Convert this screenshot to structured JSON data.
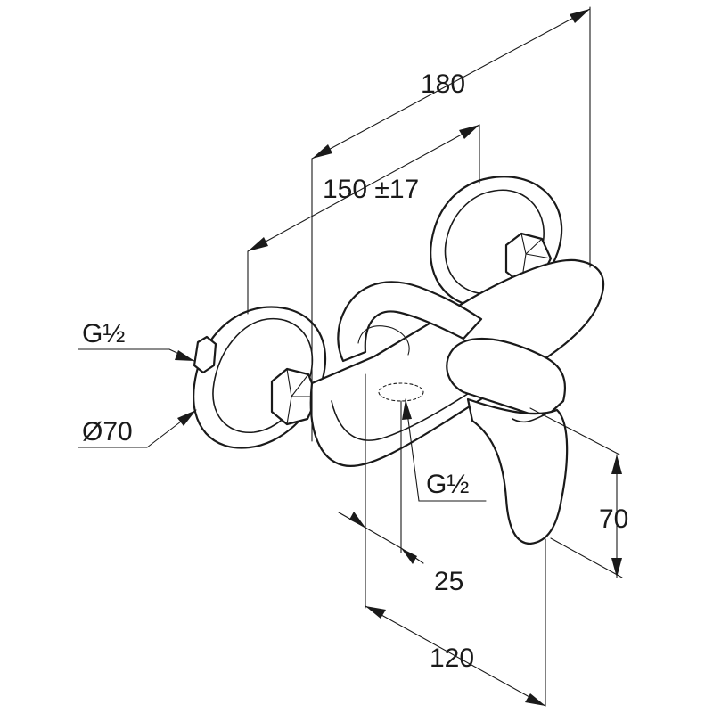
{
  "dimensions": {
    "overall_width": "180",
    "connection_spacing": "150 ±17",
    "inlet_thread": "G½",
    "rosette_diameter": "Ø70",
    "outlet_thread": "G½",
    "outlet_offset": "25",
    "projection": "120",
    "lever_height": "70"
  }
}
